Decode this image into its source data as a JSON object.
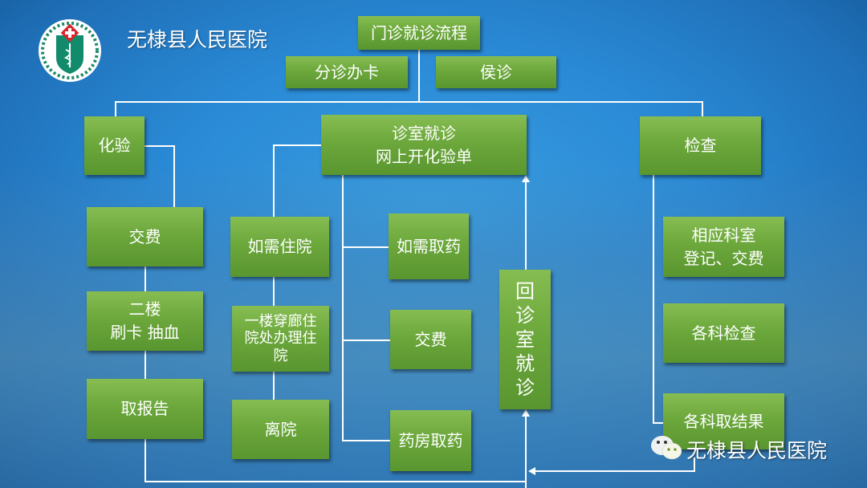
{
  "header": {
    "hospital_name": "无棣县人民医院",
    "logo": "hospital-emblem"
  },
  "flow": {
    "start": "门诊就诊流程",
    "triage": "分诊办卡",
    "waiting": "侯诊",
    "lab": "化验",
    "consult": "诊室就诊\n网上开化验单",
    "exam": "检查",
    "lab_pay": "交费",
    "lab_draw": "二楼\n刷卡  抽血",
    "lab_report": "取报告",
    "admit": "如需住院",
    "admit_process": "一楼穿廊住\n院处办理住\n院",
    "discharge": "离院",
    "medicine": "如需取药",
    "med_pay": "交费",
    "pharmacy": "药房取药",
    "return": "回\n诊\n室\n就\n诊",
    "exam_register": "相应科室\n登记、交费",
    "exam_do": "各科检查",
    "exam_result": "各科取结果"
  },
  "watermark": {
    "text": "无棣县人民医院",
    "icon": "wechat-icon"
  }
}
